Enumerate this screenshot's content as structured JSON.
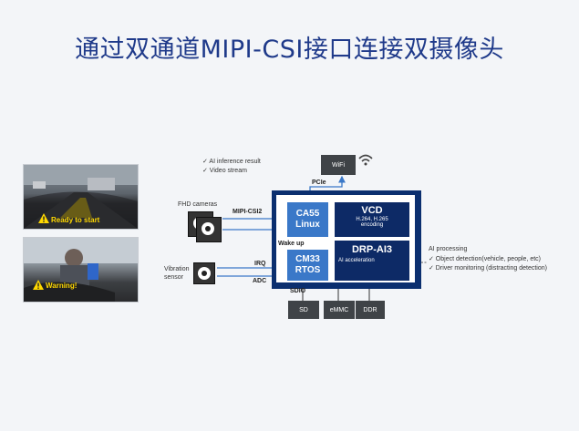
{
  "title": "通过双通道MIPI-CSI接口连接双摄像头",
  "photos": {
    "top_caption": "Ready to start",
    "bottom_caption": "Warning!"
  },
  "notes": {
    "ai_result": "✓ AI inference result",
    "video_stream": "✓ Video stream"
  },
  "labels": {
    "wifi": "WiFi",
    "pcie": "PCIe",
    "fhd_cameras": "FHD cameras",
    "mipi": "MIPI-CSI2",
    "vibration_line1": "Vibration",
    "vibration_line2": "sensor",
    "irq": "IRQ",
    "adc": "ADC",
    "wake_up": "Wake up",
    "sdio": "SDIO"
  },
  "chip": {
    "ca55_line1": "CA55",
    "ca55_line2": "Linux",
    "cm33_line1": "CM33",
    "cm33_line2": "RTOS",
    "vcd_title": "VCD",
    "vcd_sub1": "H.264, H.265",
    "vcd_sub2": "encoding",
    "drp_title": "DRP-AI3",
    "drp_sub": "AI acceleration"
  },
  "peripherals": {
    "sd": "SD",
    "emmc": "eMMC",
    "ddr": "DDR"
  },
  "ai_processing": {
    "heading": "AI processing",
    "item1": "✓ Object detection(vehicle, people, etc)",
    "item2": "✓ Driver monitoring (distracting detection)"
  },
  "colors": {
    "title": "#1f3a8a",
    "chip_border": "#0b2f6f",
    "core_blue": "#3a78c8",
    "accel_navy": "#0d2a66"
  }
}
